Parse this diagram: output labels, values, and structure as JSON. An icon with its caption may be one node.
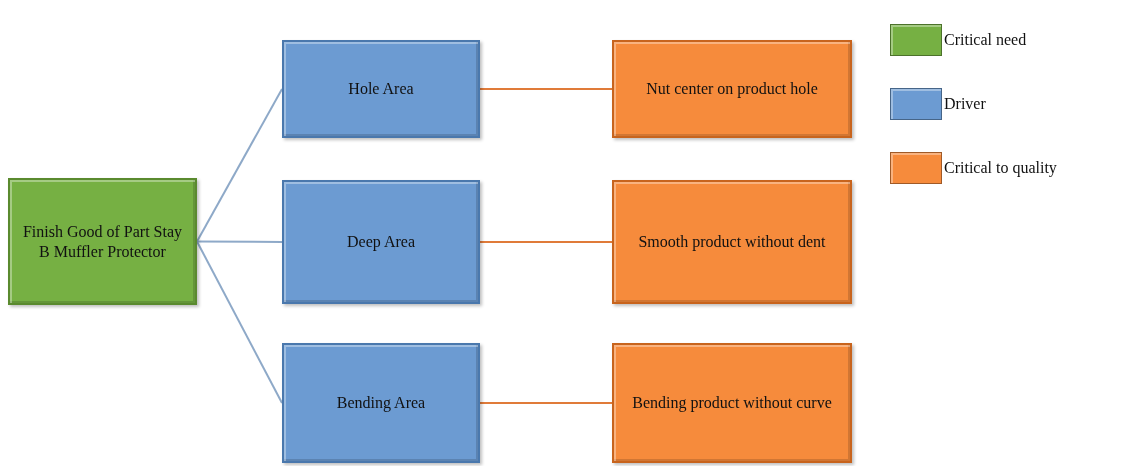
{
  "diagram": {
    "nodes": [
      {
        "text": [
          "Finish Good of Part Stay B Muffler Protector"
        ]
      },
      {
        "text": [
          "Hole Area"
        ]
      },
      {
        "text": [
          "Deep Area"
        ]
      },
      {
        "text": [
          "Bending Area"
        ]
      },
      {
        "text": [
          "Nut center on product hole"
        ]
      },
      {
        "text": [
          "Smooth product without dent"
        ]
      },
      {
        "text": [
          "Bending product without curve"
        ]
      }
    ],
    "edges": [
      {
        "from": 0,
        "to": 1,
        "arrow": "none"
      },
      {
        "from": 0,
        "to": 2,
        "arrow": "none"
      },
      {
        "from": 0,
        "to": 3,
        "arrow": "none"
      },
      {
        "from": 1,
        "to": 4,
        "arrow": "none",
        "color": "#e07b39"
      },
      {
        "from": 2,
        "to": 5,
        "arrow": "none",
        "color": "#e07b39"
      },
      {
        "from": 3,
        "to": 6,
        "arrow": "none",
        "color": "#e07b39"
      }
    ],
    "legend": [
      {
        "text": "Critical need",
        "color": "#76b043"
      },
      {
        "text": "Driver",
        "color": "#6c9bd2"
      },
      {
        "text": "Critical to quality",
        "color": "#f68b3c"
      }
    ]
  }
}
